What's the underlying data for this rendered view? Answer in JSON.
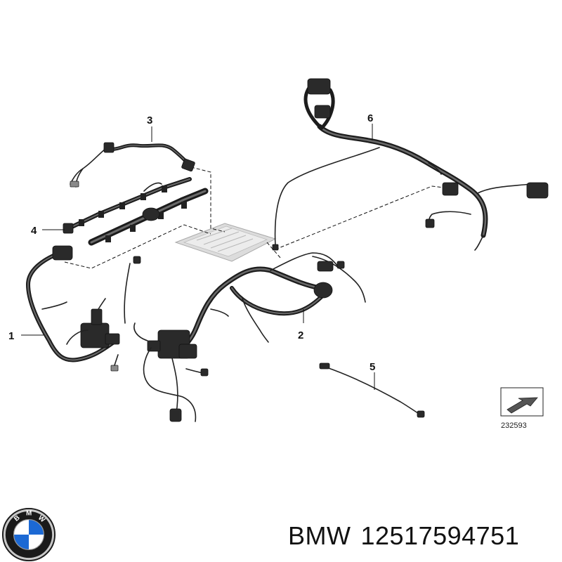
{
  "diagram": {
    "callouts": [
      {
        "id": "1",
        "label": "1"
      },
      {
        "id": "2",
        "label": "2"
      },
      {
        "id": "3",
        "label": "3"
      },
      {
        "id": "4",
        "label": "4"
      },
      {
        "id": "5",
        "label": "5"
      },
      {
        "id": "6",
        "label": "6"
      }
    ],
    "reference_number": "232593"
  },
  "footer": {
    "brand": "BMW",
    "part_number": "12517594751",
    "logo_icon": "bmw-roundel-icon",
    "logo_colors": {
      "blue": "#1c69d4",
      "white": "#ffffff",
      "ring": "#1a1a1a",
      "silver": "#c8c8c8"
    }
  }
}
